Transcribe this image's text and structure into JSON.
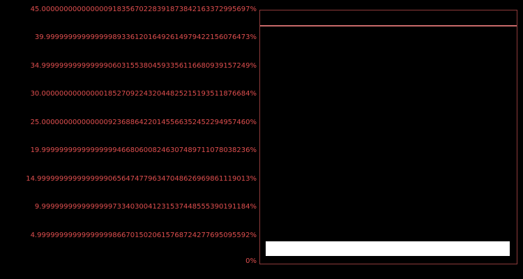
{
  "chart_data": {
    "type": "bar",
    "title": "",
    "xlabel": "",
    "ylabel": "",
    "background_color": "#000000",
    "axis_label_color": "#e04f4f",
    "plot_border_color": "#8e3b3b",
    "grid": false,
    "legend": false,
    "y_axis": {
      "range_percent": [
        0,
        45
      ],
      "tick_step_percent": 5,
      "tick_labels": [
        "45.00000000000000091835670228391873842163372995697%",
        "39.9999999999999998933612016492614979422156076473%",
        "34.99999999999999906031553804593356116680939157249%",
        "30.00000000000000185270922432044825215193511876684%",
        "25.00000000000000092368864220145566352452294957460%",
        "19.99999999999999999466806008246307489711078038236%",
        "14.999999999999999906564747796347048626969861119013%",
        "9.99999999999999997334030041231537448555390191184%",
        "4.999999999999999998667015020615768724277695095592%",
        "0%"
      ]
    },
    "x_axis": {
      "tick_labels": []
    },
    "marks": [
      {
        "mark": "line",
        "orientation": "horizontal",
        "color": "#c96a6a",
        "y_percent": 42.4,
        "span": "full plot width near top of plot area"
      },
      {
        "mark": "bar",
        "orientation": "horizontal",
        "color": "#ffffff",
        "y_percent_bottom": 1.5,
        "y_percent_top": 4.1,
        "span": "nearly full plot width near bottom of plot area"
      }
    ]
  }
}
